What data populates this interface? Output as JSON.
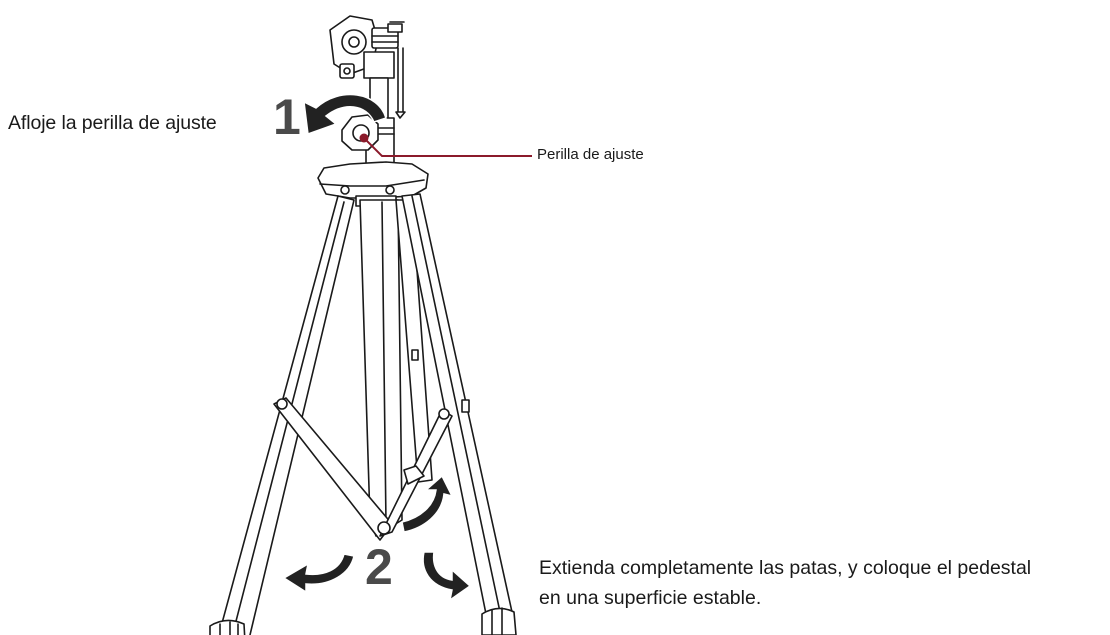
{
  "step1": {
    "number": "1",
    "text": "Afloje la perilla de ajuste"
  },
  "callout": {
    "label": "Perilla de ajuste"
  },
  "step2": {
    "number": "2",
    "line1": "Extienda completamente las patas, y coloque el pedestal",
    "line2": "en una superficie estable."
  },
  "colors": {
    "callout_line": "#8b1a2b",
    "stroke": "#1a1a1a",
    "step_number": "#4a4a4a"
  },
  "icons": [
    "rotate-counterclockwise-arrow",
    "curved-arrow-left",
    "curved-arrow-right",
    "curved-arrow-up"
  ]
}
